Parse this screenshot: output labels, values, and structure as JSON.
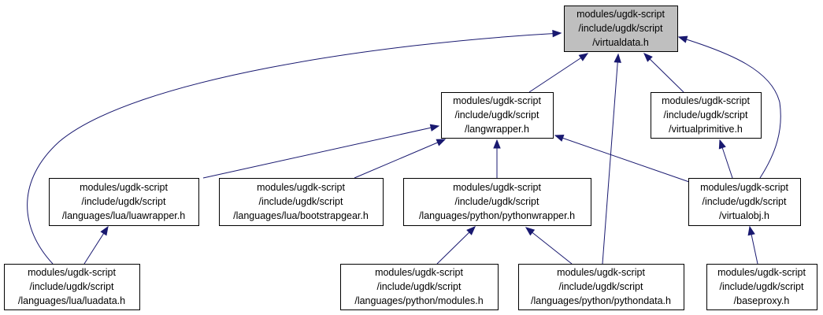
{
  "colors": {
    "edge": "#191970",
    "node_border": "#000000",
    "node_fill": "#ffffff",
    "focus_fill": "#bfbfbf",
    "text": "#000000"
  },
  "nodes": [
    {
      "id": "virtualdata",
      "focus": true,
      "lines": [
        "modules/ugdk-script",
        "/include/ugdk/script",
        "/virtualdata.h"
      ]
    },
    {
      "id": "langwrapper",
      "lines": [
        "modules/ugdk-script",
        "/include/ugdk/script",
        "/langwrapper.h"
      ]
    },
    {
      "id": "virtualprimitive",
      "lines": [
        "modules/ugdk-script",
        "/include/ugdk/script",
        "/virtualprimitive.h"
      ]
    },
    {
      "id": "luawrapper",
      "lines": [
        "modules/ugdk-script",
        "/include/ugdk/script",
        "/languages/lua/luawrapper.h"
      ]
    },
    {
      "id": "bootstrapgear",
      "lines": [
        "modules/ugdk-script",
        "/include/ugdk/script",
        "/languages/lua/bootstrapgear.h"
      ]
    },
    {
      "id": "pythonwrapper",
      "lines": [
        "modules/ugdk-script",
        "/include/ugdk/script",
        "/languages/python/pythonwrapper.h"
      ]
    },
    {
      "id": "virtualobj",
      "lines": [
        "modules/ugdk-script",
        "/include/ugdk/script",
        "/virtualobj.h"
      ]
    },
    {
      "id": "luadata",
      "lines": [
        "modules/ugdk-script",
        "/include/ugdk/script",
        "/languages/lua/luadata.h"
      ]
    },
    {
      "id": "modules",
      "lines": [
        "modules/ugdk-script",
        "/include/ugdk/script",
        "/languages/python/modules.h"
      ]
    },
    {
      "id": "pythondata",
      "lines": [
        "modules/ugdk-script",
        "/include/ugdk/script",
        "/languages/python/pythondata.h"
      ]
    },
    {
      "id": "baseproxy",
      "lines": [
        "modules/ugdk-script",
        "/include/ugdk/script",
        "/baseproxy.h"
      ]
    }
  ],
  "edges": [
    {
      "from": "langwrapper",
      "to": "virtualdata"
    },
    {
      "from": "virtualprimitive",
      "to": "virtualdata"
    },
    {
      "from": "virtualobj",
      "to": "virtualdata"
    },
    {
      "from": "luadata",
      "to": "virtualdata"
    },
    {
      "from": "pythondata",
      "to": "virtualdata"
    },
    {
      "from": "luawrapper",
      "to": "langwrapper"
    },
    {
      "from": "bootstrapgear",
      "to": "langwrapper"
    },
    {
      "from": "pythonwrapper",
      "to": "langwrapper"
    },
    {
      "from": "virtualobj",
      "to": "langwrapper"
    },
    {
      "from": "virtualobj",
      "to": "virtualprimitive"
    },
    {
      "from": "luadata",
      "to": "luawrapper"
    },
    {
      "from": "modules",
      "to": "pythonwrapper"
    },
    {
      "from": "pythondata",
      "to": "pythonwrapper"
    },
    {
      "from": "baseproxy",
      "to": "virtualobj"
    }
  ]
}
